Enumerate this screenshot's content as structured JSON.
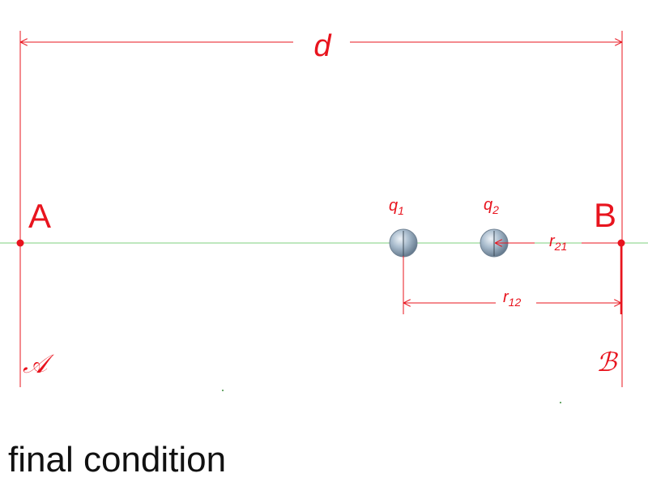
{
  "diagram": {
    "distance_label": "d",
    "point_a_label": "A",
    "point_b_label": "B",
    "region_a_label": "𝒜",
    "region_b_label": "ℬ",
    "charge_1": {
      "name": "q",
      "subscript": "1"
    },
    "charge_2": {
      "name": "q",
      "subscript": "2"
    },
    "r21": {
      "name": "r",
      "subscript": "21"
    },
    "r12": {
      "name": "r",
      "subscript": "12"
    },
    "caption": "final condition",
    "colors": {
      "dimension": "#e8141e",
      "axis": "#7ed07e",
      "charge_fill": "#9fb2c4",
      "caption": "#111111"
    }
  }
}
